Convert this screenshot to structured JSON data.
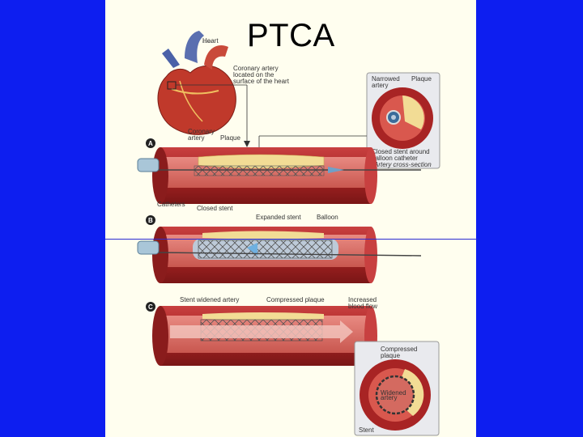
{
  "slide": {
    "title": "PTCA"
  },
  "heart_panel": {
    "heart_label": "Heart",
    "coronary_location_line1": "Coronary artery",
    "coronary_location_line2": "located on the",
    "coronary_location_line3": "surface of the heart"
  },
  "cross_section_top": {
    "label_left": "Narrowed",
    "label_left2": "artery",
    "label_right": "Plaque",
    "stent_label_line1": "Closed stent around",
    "stent_label_line2": "balloon catheter",
    "caption": "Artery cross-section"
  },
  "step_a": {
    "badge": "A",
    "coronary_artery_line1": "Coronary",
    "coronary_artery_line2": "artery",
    "plaque": "Plaque",
    "catheters": "Catheters",
    "closed_stent": "Closed stent"
  },
  "step_b": {
    "badge": "B",
    "expanded_stent": "Expanded stent",
    "balloon": "Balloon"
  },
  "step_c": {
    "badge": "C",
    "stent_widened_artery": "Stent widened artery",
    "compressed_plaque": "Compressed plaque",
    "increased_line1": "Increased",
    "increased_line2": "blood flow"
  },
  "cross_section_bottom": {
    "compressed_line1": "Compressed",
    "compressed_line2": "plaque",
    "widened_line1": "Widened",
    "widened_line2": "artery",
    "stent": "Stent"
  },
  "colors": {
    "background": "#0d1ef0",
    "slide": "#fffeef",
    "artery": "#b52a2a",
    "artery_inner": "#d9584e",
    "plaque": "#f2dc95",
    "panel": "#e9eaee"
  }
}
